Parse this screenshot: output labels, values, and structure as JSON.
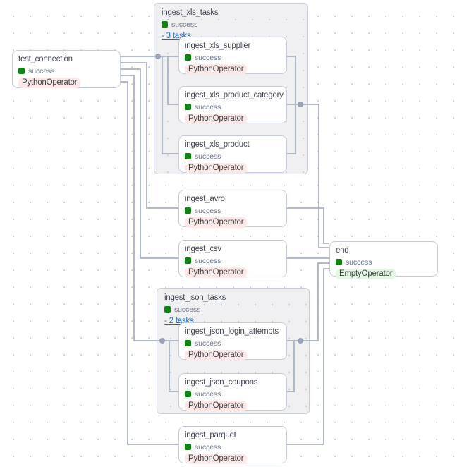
{
  "colors": {
    "edge": "#a9b3c4",
    "node_border": "#c5cbd8",
    "group_bg": "#f0f0f2",
    "success_green": "#0b870b",
    "link_blue": "#1a66c9",
    "python_operator_chip_bg": "#fce8e6",
    "empty_operator_chip_bg": "#e2f6e2"
  },
  "nodes": {
    "test_connection": {
      "title": "test_connection",
      "state": "success",
      "operator": "PythonOperator"
    },
    "ingest_xls_supplier": {
      "title": "ingest_xls_supplier",
      "state": "success",
      "operator": "PythonOperator"
    },
    "ingest_xls_product_category": {
      "title": "ingest_xls_product_category",
      "state": "success",
      "operator": "PythonOperator"
    },
    "ingest_xls_product": {
      "title": "ingest_xls_product",
      "state": "success",
      "operator": "PythonOperator"
    },
    "ingest_avro": {
      "title": "ingest_avro",
      "state": "success",
      "operator": "PythonOperator"
    },
    "ingest_csv": {
      "title": "ingest_csv",
      "state": "success",
      "operator": "PythonOperator"
    },
    "ingest_json_login_attempts": {
      "title": "ingest_json_login_attempts",
      "state": "success",
      "operator": "PythonOperator"
    },
    "ingest_json_coupons": {
      "title": "ingest_json_coupons",
      "state": "success",
      "operator": "PythonOperator"
    },
    "ingest_parquet": {
      "title": "ingest_parquet",
      "state": "success",
      "operator": "PythonOperator"
    },
    "end": {
      "title": "end",
      "state": "success",
      "operator": "EmptyOperator"
    }
  },
  "groups": {
    "ingest_xls_tasks": {
      "title": "ingest_xls_tasks",
      "state": "success",
      "toggle": "- 3 tasks"
    },
    "ingest_json_tasks": {
      "title": "ingest_json_tasks",
      "state": "success",
      "toggle": "- 2 tasks"
    }
  }
}
